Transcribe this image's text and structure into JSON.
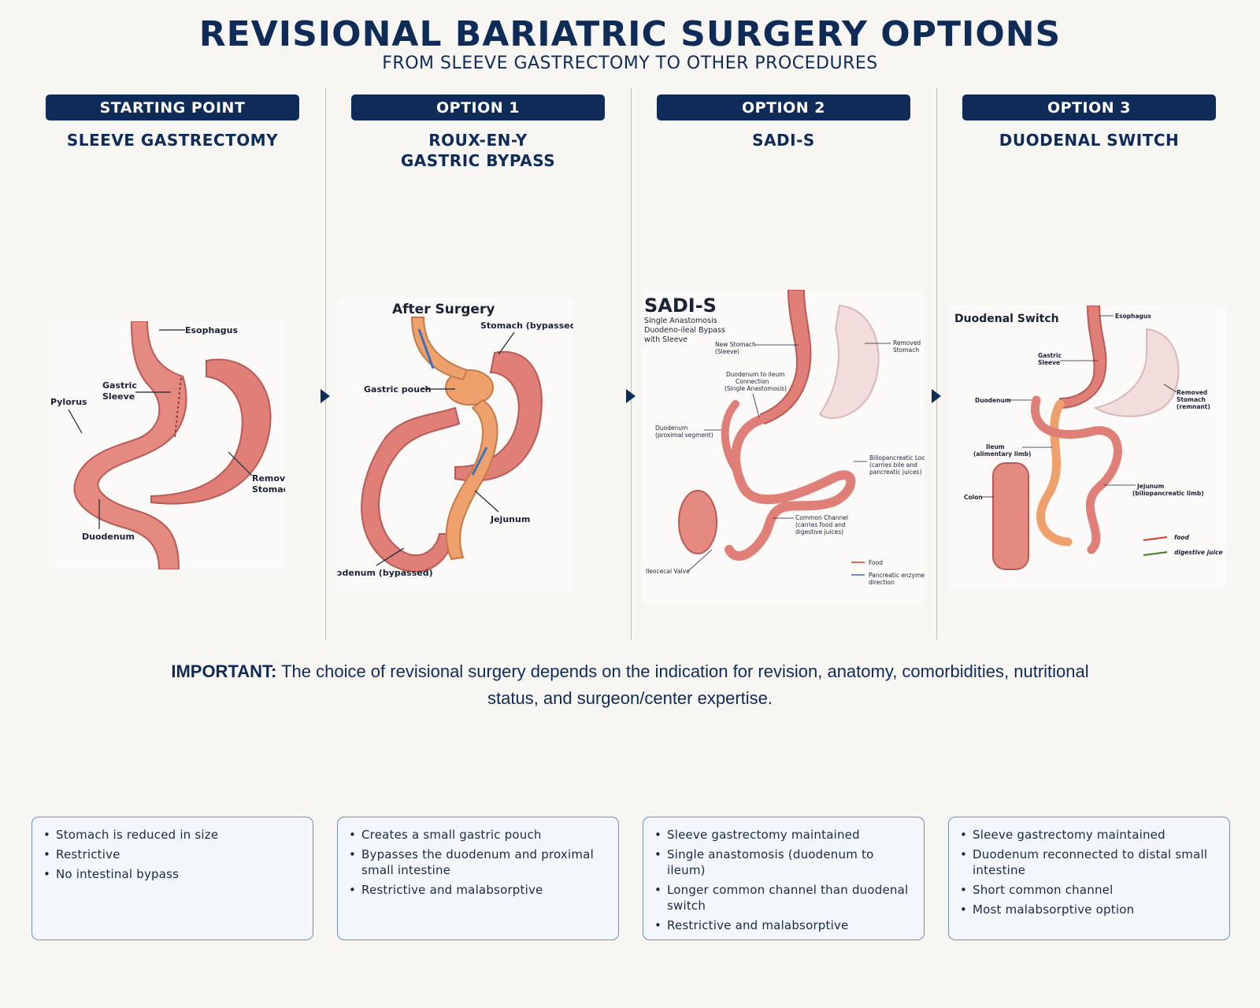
{
  "header": {
    "title": "REVISIONAL BARIATRIC SURGERY OPTIONS",
    "subtitle": "FROM SLEEVE GASTRECTOMY TO OTHER PROCEDURES"
  },
  "columns": [
    {
      "badge": "STARTING POINT",
      "title_lines": [
        "SLEEVE GASTRECTOMY"
      ],
      "diagram": {
        "labels": {
          "esophagus": "Esophagus",
          "gastric_sleeve_1": "Gastric",
          "gastric_sleeve_2": "Sleeve",
          "pylorus": "Pylorus",
          "removed_1": "Removed",
          "removed_2": "Stomach",
          "duodenum": "Duodenum"
        }
      },
      "bullets": [
        "Stomach is reduced in size",
        "Restrictive",
        "No intestinal bypass"
      ]
    },
    {
      "badge": "OPTION 1",
      "title_lines": [
        "ROUX-EN-Y",
        "GASTRIC BYPASS"
      ],
      "diagram": {
        "heading": "After Surgery",
        "labels": {
          "stomach_bypassed": "Stomach (bypassed)",
          "gastric_pouch": "Gastric pouch",
          "jejunum": "Jejunum",
          "duodenum_bypassed": "ɔdenum (bypassed)"
        }
      },
      "bullets": [
        "Creates a small gastric pouch",
        "Bypasses the duodenum and proximal small intestine",
        "Restrictive and malabsorptive"
      ]
    },
    {
      "badge": "OPTION 2",
      "title_lines": [
        "SADI-S"
      ],
      "diagram": {
        "heading": "SADI-S",
        "subheading_lines": [
          "Single Anastomosis",
          "Duodeno-ileal Bypass",
          "with Sleeve"
        ],
        "labels": {
          "new_stomach_1": "New Stomach",
          "new_stomach_2": "(Sleeve)",
          "removed_1": "Removed",
          "removed_2": "Stomach",
          "connection_1": "Duodenum to ileum",
          "connection_2": "Connection",
          "connection_3": "(Single Anastomosis)",
          "duodenum_1": "Duodenum",
          "duodenum_2": "(proximal segment)",
          "bp_loop_1": "Biliopancreatic Loop",
          "bp_loop_2": "(carries bile and",
          "bp_loop_3": "pancreatic juices)",
          "common_1": "Common Channel",
          "common_2": "(carries food and",
          "common_3": "digestive juices)",
          "ileocecal": "Ileocecal Valve",
          "legend_food": "Food",
          "legend_enzymes_1": "Pancreatic enzymes",
          "legend_enzymes_2": "direction"
        }
      },
      "bullets": [
        "Sleeve gastrectomy maintained",
        "Single anastomosis (duodenum to ileum)",
        "Longer common channel than duodenal switch",
        "Restrictive and malabsorptive"
      ]
    },
    {
      "badge": "OPTION 3",
      "title_lines": [
        "DUODENAL SWITCH"
      ],
      "diagram": {
        "heading": "Duodenal Switch",
        "labels": {
          "esophagus": "Esophagus",
          "gastric_1": "Gastric",
          "gastric_2": "Sleeve",
          "duodenum": "Duodenum",
          "removed_1": "Removed",
          "removed_2": "Stomach",
          "removed_3": "(remnant)",
          "ileum_1": "Ileum",
          "ileum_2": "(alimentary limb)",
          "jejunum_1": "Jejunum",
          "jejunum_2": "(biliopancreatic limb)",
          "colon": "Colon",
          "legend_food": "food",
          "legend_juice": "digestive juice"
        }
      },
      "bullets": [
        "Sleeve gastrectomy maintained",
        "Duodenum reconnected to distal small intestine",
        "Short common channel",
        "Most malabsorptive option"
      ]
    }
  ],
  "note": {
    "label": "IMPORTANT:",
    "text": " The choice of revisional surgery depends on the indication for revision, anatomy, comorbidities, nutritional status, and surgeon/center expertise."
  },
  "colors": {
    "navy": "#0f2b57",
    "tissue": "#e07f77",
    "tissue_dark": "#b95a56",
    "pouch": "#eea16d",
    "removed_pale": "#f2dcdc",
    "food_arrow": "#d83a2a",
    "juice_arrow": "#3f7a22",
    "enzyme_arrow": "#3c6fb6"
  },
  "icons": [
    "arrow-right-icon"
  ]
}
